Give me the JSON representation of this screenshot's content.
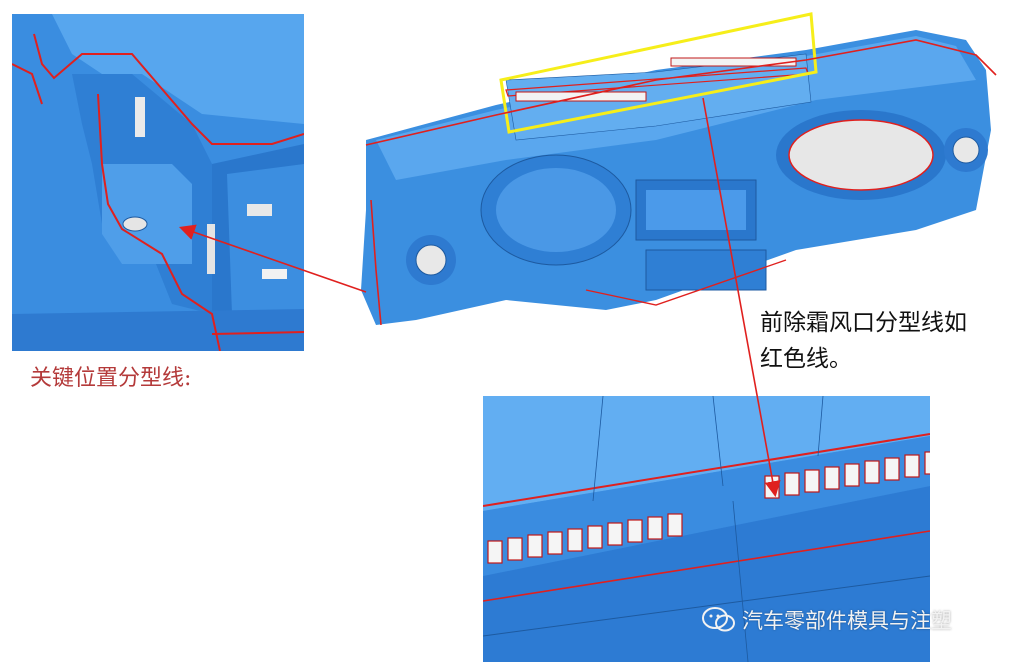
{
  "captions": {
    "key_position": "关键位置分型线:",
    "defrost_line1": "前除霜风口分型线如",
    "defrost_line2": "红色线。"
  },
  "watermark": {
    "text": "汽车零部件模具与注塑",
    "icon": "wechat-icon"
  },
  "colors": {
    "part_blue": "#3b8fe0",
    "parting_line_red": "#e0201e",
    "highlight_yellow": "#f6ee1a",
    "caption_red": "#b43a3a"
  }
}
